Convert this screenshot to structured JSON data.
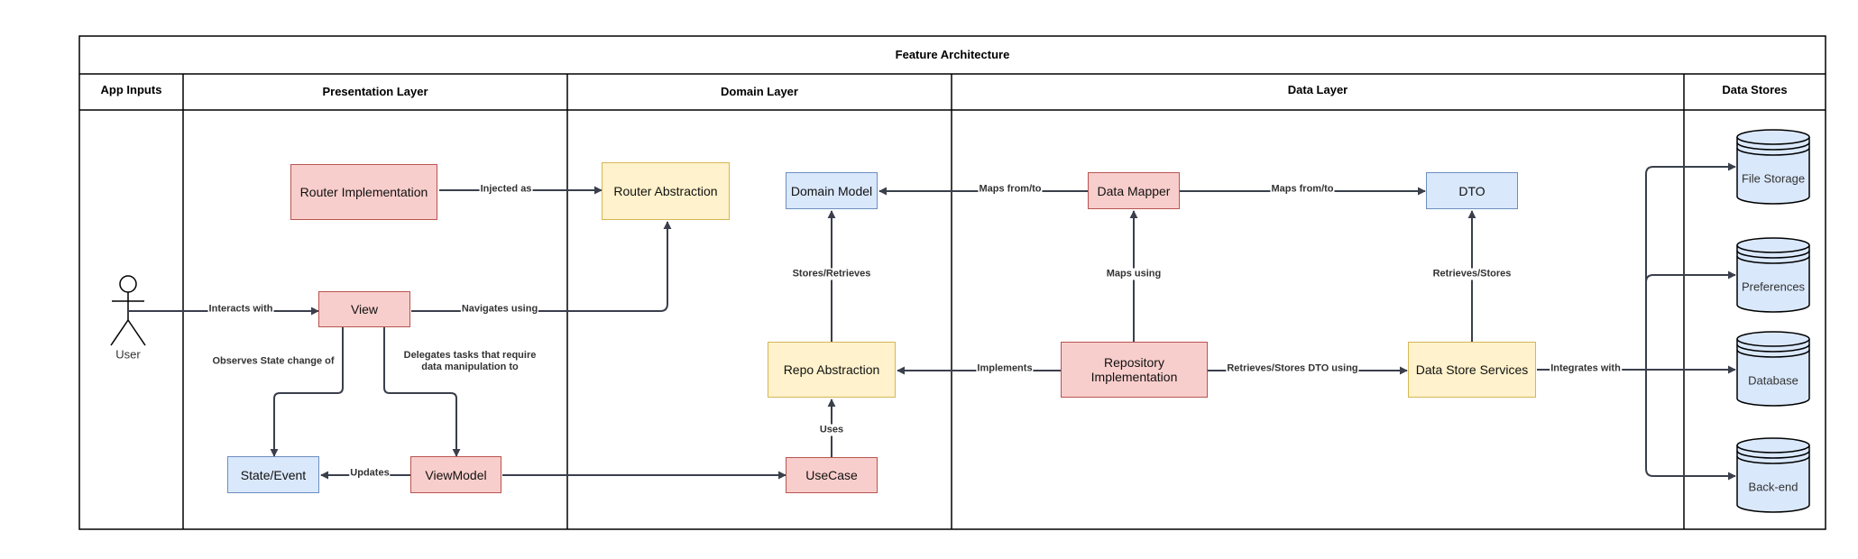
{
  "title": "Feature Architecture",
  "lanes": {
    "app_inputs": "App Inputs",
    "presentation": "Presentation Layer",
    "domain": "Domain Layer",
    "data": "Data Layer",
    "stores": "Data Stores"
  },
  "actor": {
    "label": "User"
  },
  "nodes": {
    "router_impl": "Router Implementation",
    "router_abs": "Router Abstraction",
    "view": "View",
    "state_event": "State/Event",
    "viewmodel": "ViewModel",
    "domain_model": "Domain Model",
    "repo_abs": "Repo Abstraction",
    "usecase": "UseCase",
    "data_mapper": "Data Mapper",
    "repo_impl": "Repository Implementation",
    "dto": "DTO",
    "ds_services": "Data Store Services"
  },
  "stores": {
    "file_storage": "File Storage",
    "preferences": "Preferences",
    "database": "Database",
    "backend": "Back-end"
  },
  "edges": {
    "interacts_with": "Interacts with",
    "injected_as": "Injected as",
    "navigates_using": "Navigates using",
    "observes": "Observes State change of",
    "delegates": "Delegates tasks that require data manipulation to",
    "updates": "Updates",
    "uses": "Uses",
    "stores_retrieves": "Stores/Retrieves",
    "maps_from_to_1": "Maps from/to",
    "maps_from_to_2": "Maps from/to",
    "maps_using": "Maps using",
    "implements": "Implements",
    "retrieves_stores_dto": "Retrieves/Stores DTO using",
    "retrieves_stores": "Retrieves/Stores",
    "integrates_with": "Integrates with"
  },
  "colors": {
    "red_fill": "#f8cecc",
    "red_stroke": "#b85450",
    "yellow_fill": "#fff2cc",
    "yellow_stroke": "#d6b656",
    "blue_fill": "#dae8fc",
    "blue_stroke": "#6c8ebf",
    "edge": "#3a3f4b"
  }
}
